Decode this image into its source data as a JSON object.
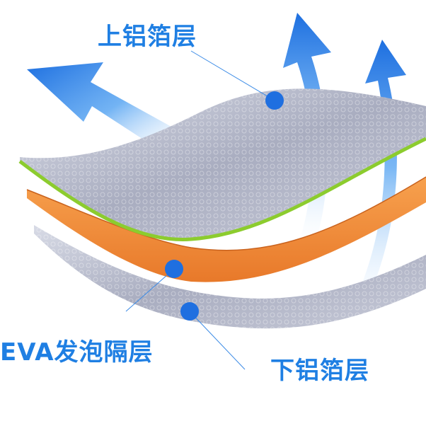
{
  "labels": {
    "top_foil": "上铝箔层",
    "eva_foam": "EVA发泡隔层",
    "bottom_foil": "下铝箔层"
  },
  "colors": {
    "label_blue": "#1f7fe3",
    "marker_blue": "#1f6fe0",
    "arrow_blue": "#2a7fe8",
    "foil_silver": "#b9bccb",
    "eva_orange": "#f4923a",
    "edge_green": "#8ccc2e"
  },
  "icons": [
    "arrow-up-left-icon",
    "arrow-up-icon",
    "callout-dot-icon"
  ]
}
